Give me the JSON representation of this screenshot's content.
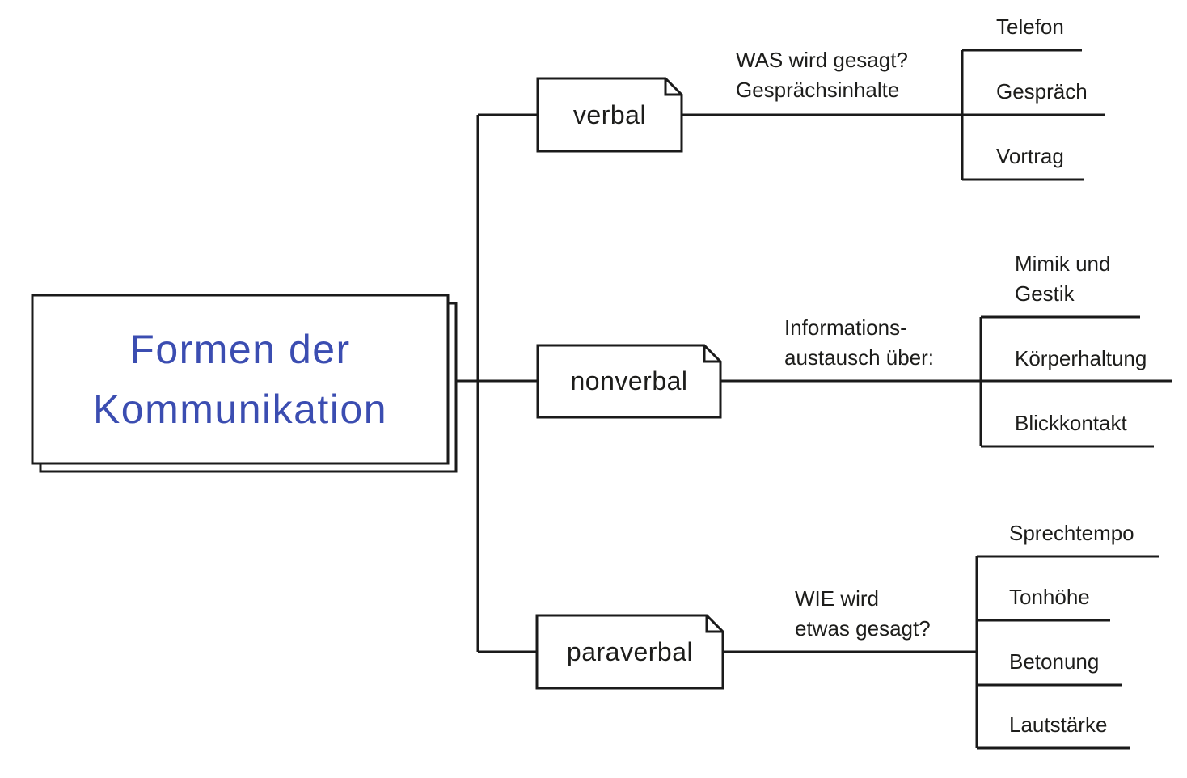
{
  "colors": {
    "background": "#ffffff",
    "line": "#1a1a1a",
    "text": "#1d1d1b",
    "root_text": "#3b4db1"
  },
  "root": {
    "label": "Formen der Kommunikation"
  },
  "branches": [
    {
      "label": "verbal",
      "annotation": "WAS wird gesagt?\nGesprächsinhalte",
      "children": [
        "Telefon",
        "Gespräch",
        "Vortrag"
      ]
    },
    {
      "label": "nonverbal",
      "annotation": "Informations-\naustausch über:",
      "children": [
        "Mimik und\nGestik",
        "Körperhaltung",
        "Blickkontakt"
      ]
    },
    {
      "label": "paraverbal",
      "annotation": "WIE wird\netwas gesagt?",
      "children": [
        "Sprechtempo",
        "Tonhöhe",
        "Betonung",
        "Lautstärke"
      ]
    }
  ]
}
